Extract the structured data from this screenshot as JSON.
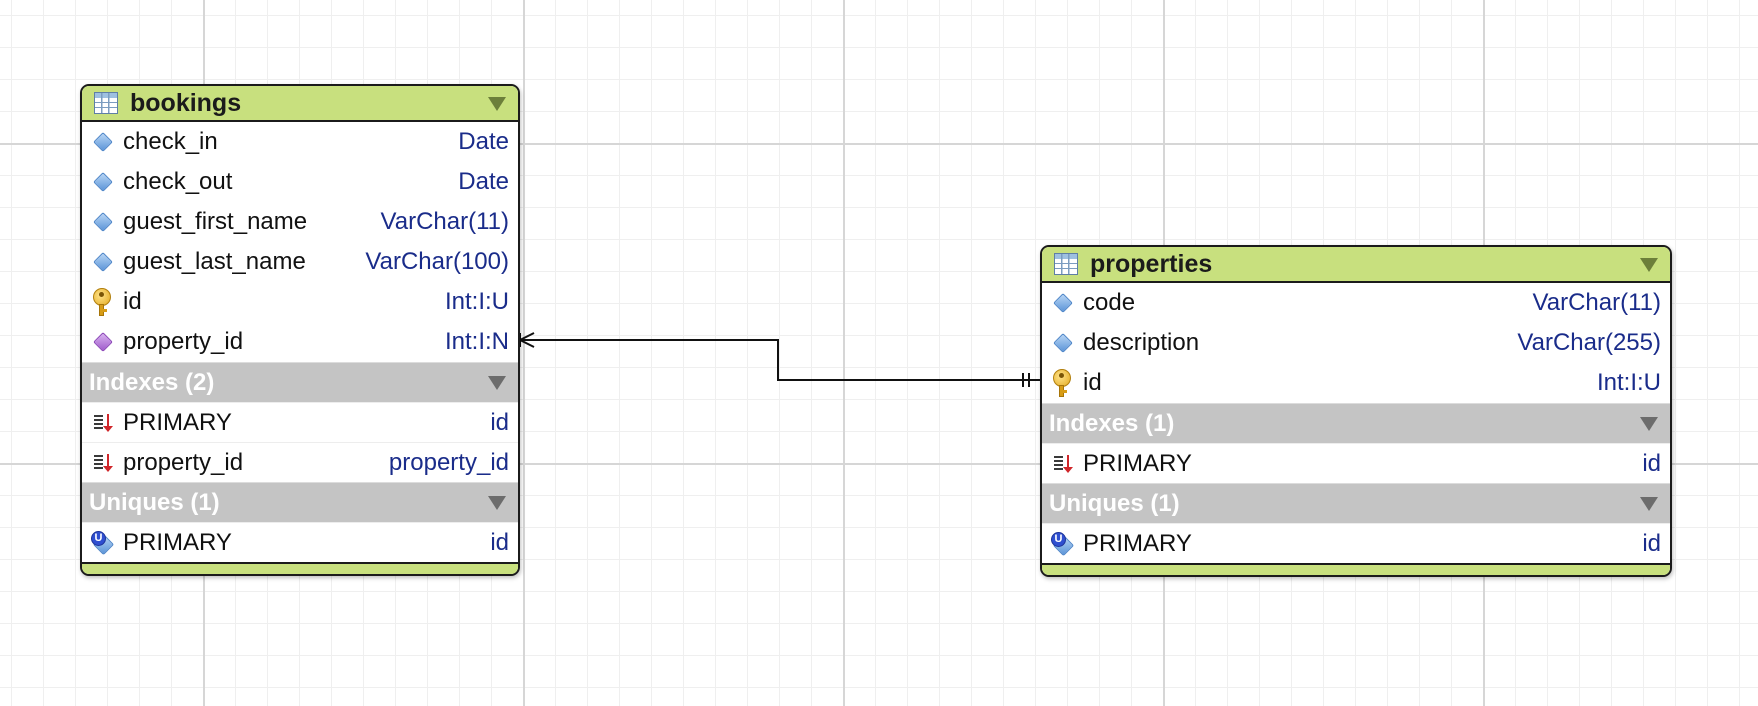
{
  "tables": {
    "bookings": {
      "title": "bookings",
      "columns": [
        {
          "name": "check_in",
          "type": "Date",
          "icon": "column-diamond-icon"
        },
        {
          "name": "check_out",
          "type": "Date",
          "icon": "column-diamond-icon"
        },
        {
          "name": "guest_first_name",
          "type": "VarChar(11)",
          "icon": "column-diamond-icon"
        },
        {
          "name": "guest_last_name",
          "type": "VarChar(100)",
          "icon": "column-diamond-icon"
        },
        {
          "name": "id",
          "type": "Int:I:U",
          "icon": "primary-key-icon"
        },
        {
          "name": "property_id",
          "type": "Int:I:N",
          "icon": "foreign-key-diamond-icon"
        }
      ],
      "indexes_label": "Indexes (2)",
      "indexes": [
        {
          "name": "PRIMARY",
          "column": "id",
          "icon": "index-icon"
        },
        {
          "name": "property_id",
          "column": "property_id",
          "icon": "index-icon"
        }
      ],
      "uniques_label": "Uniques (1)",
      "uniques": [
        {
          "name": "PRIMARY",
          "column": "id",
          "icon": "unique-icon"
        }
      ]
    },
    "properties": {
      "title": "properties",
      "columns": [
        {
          "name": "code",
          "type": "VarChar(11)",
          "icon": "column-diamond-icon"
        },
        {
          "name": "description",
          "type": "VarChar(255)",
          "icon": "column-diamond-icon"
        },
        {
          "name": "id",
          "type": "Int:I:U",
          "icon": "primary-key-icon"
        }
      ],
      "indexes_label": "Indexes (1)",
      "indexes": [
        {
          "name": "PRIMARY",
          "column": "id",
          "icon": "index-icon"
        }
      ],
      "uniques_label": "Uniques (1)",
      "uniques": [
        {
          "name": "PRIMARY",
          "column": "id",
          "icon": "unique-icon"
        }
      ]
    }
  },
  "relationship": {
    "from": "bookings.property_id",
    "to": "properties.id",
    "from_cardinality": "many",
    "to_cardinality": "one"
  },
  "colors": {
    "header": "#c8e07e",
    "section": "#c4c4c4",
    "type_text": "#1a2c8a"
  }
}
